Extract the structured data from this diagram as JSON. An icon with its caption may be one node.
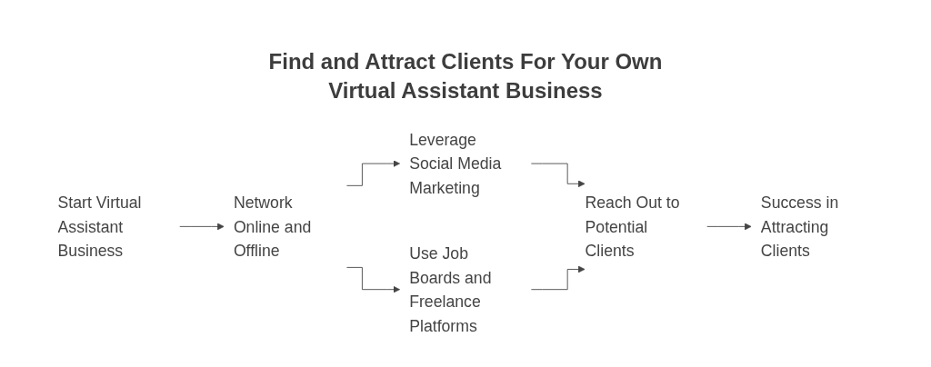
{
  "diagram": {
    "title": "Find and Attract Clients For Your Own Virtual Assistant Business",
    "nodes": [
      {
        "text": [
          "Start Virtual Assistant Business"
        ]
      },
      {
        "text": [
          "Network Online and Offline"
        ]
      },
      {
        "text": [
          "Leverage Social Media Marketing"
        ]
      },
      {
        "text": [
          "Use Job Boards and Freelance Platforms"
        ]
      },
      {
        "text": [
          "Reach Out to Potential Clients"
        ]
      },
      {
        "text": [
          "Success in Attracting Clients"
        ]
      }
    ],
    "edges": [
      {
        "from": 0,
        "to": 1,
        "arrow": "to"
      },
      {
        "from": 1,
        "to": 2,
        "arrow": "to"
      },
      {
        "from": 1,
        "to": 3,
        "arrow": "to"
      },
      {
        "from": 2,
        "to": 4,
        "arrow": "to"
      },
      {
        "from": 3,
        "to": 4,
        "arrow": "to"
      },
      {
        "from": 4,
        "to": 5,
        "arrow": "to"
      }
    ]
  }
}
